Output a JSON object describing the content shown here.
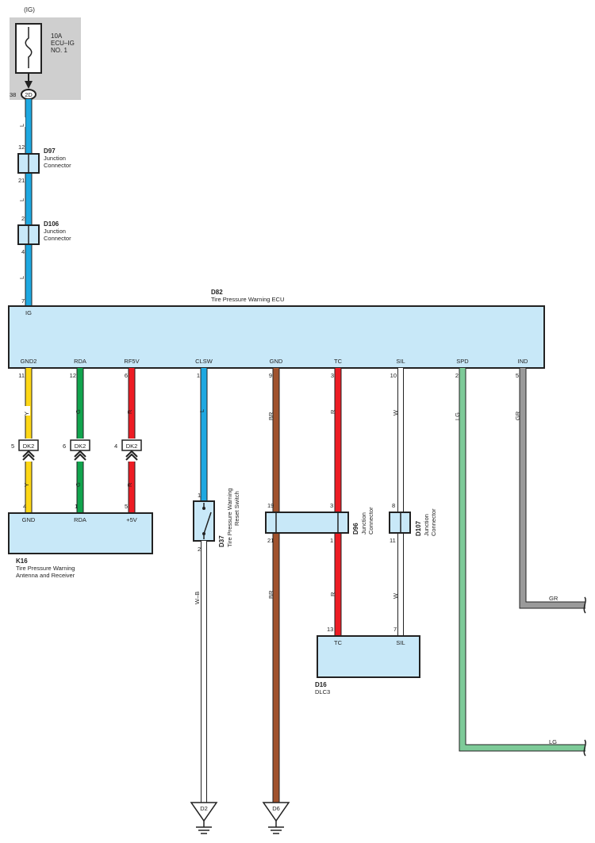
{
  "colors": {
    "L": "#1ea8e1",
    "Y": "#fdd716",
    "G": "#11a44d",
    "R": "#ed1c24",
    "BR": "#a0522d",
    "W": "#ffffff",
    "LG": "#7dca98",
    "GR": "#9a9a9a",
    "W-B": "#ffffff",
    "ecu_fill": "#c8e8f8",
    "fuse_bg": "#cfcfcf"
  },
  "power": {
    "label": "(IG)",
    "fuse_line1": "10A",
    "fuse_line2": "ECU–IG",
    "fuse_line3": "NO. 1",
    "pin": "38",
    "connector": "2D"
  },
  "wire_codes": {
    "l1": "L",
    "l2": "L",
    "l3": "L",
    "y1": "Y",
    "y2": "Y",
    "g1": "G",
    "g2": "G",
    "r1": "R",
    "r2": "R",
    "clsw": "L",
    "wb": "W–B",
    "br1": "BR",
    "br2": "BR",
    "tc1": "R",
    "tc2": "R",
    "sil1": "W",
    "sil2": "W",
    "lg": "LG",
    "lg_end": "LG",
    "gr": "GR",
    "gr_end": "GR"
  },
  "d97": {
    "code": "D97",
    "name1": "Junction",
    "name2": "Connector",
    "pin_top": "12",
    "pin_bottom": "21"
  },
  "d106": {
    "code": "D106",
    "name1": "Junction",
    "name2": "Connector",
    "pin_top": "2",
    "pin_bottom": "4"
  },
  "ecu": {
    "code": "D82",
    "name": "Tire Pressure Warning ECU",
    "ig_pin": "7",
    "ig_label": "IG",
    "terminals": [
      {
        "label": "GND2",
        "pin": "11"
      },
      {
        "label": "RDA",
        "pin": "12"
      },
      {
        "label": "RF5V",
        "pin": "6"
      },
      {
        "label": "CLSW",
        "pin": "1"
      },
      {
        "label": "GND",
        "pin": "9"
      },
      {
        "label": "TC",
        "pin": "3"
      },
      {
        "label": "SIL",
        "pin": "10"
      },
      {
        "label": "SPD",
        "pin": "2"
      },
      {
        "label": "IND",
        "pin": "5"
      }
    ]
  },
  "dk2": {
    "label": "DK2",
    "pins": [
      "5",
      "6",
      "4"
    ]
  },
  "k16": {
    "code": "K16",
    "name1": "Tire Pressure Warning",
    "name2": "Antenna and Receiver",
    "terminals": [
      {
        "label": "GND",
        "pin": "4"
      },
      {
        "label": "RDA",
        "pin": "1"
      },
      {
        "label": "+5V",
        "pin": "5"
      }
    ]
  },
  "d37": {
    "code": "D37",
    "name1": "Tire Pressure Warning",
    "name2": "Reset Switch",
    "pin_top": "1",
    "pin_bottom": "2"
  },
  "d96": {
    "code": "D96",
    "name1": "Junction",
    "name2": "Connector",
    "pin_tl": "19",
    "pin_bl": "21",
    "pin_tr": "3",
    "pin_br": "1"
  },
  "d107": {
    "code": "D107",
    "name1": "Junction",
    "name2": "Connector",
    "pin_top": "8",
    "pin_bottom": "11"
  },
  "d16": {
    "code": "D16",
    "name": "DLC3",
    "tc_label": "TC",
    "tc_pin": "13",
    "sil_label": "SIL",
    "sil_pin": "7"
  },
  "grounds": {
    "left": "D2",
    "right": "D6"
  }
}
